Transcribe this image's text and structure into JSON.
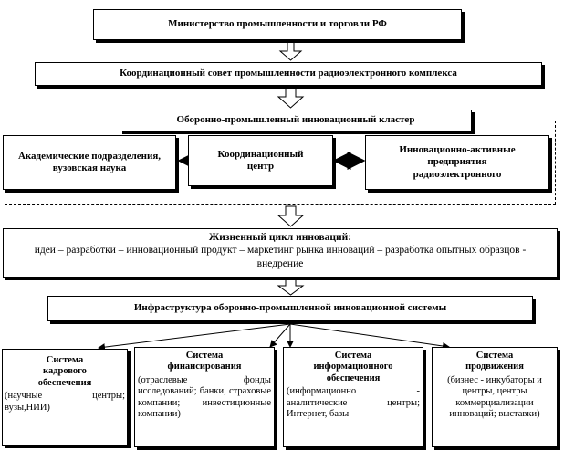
{
  "diagram": {
    "ministry": "Министерство промышленности и торговли РФ",
    "coord_council": "Координационный совет промышленности радиоэлектронного комплекса",
    "cluster": "Оборонно-промышленный инновационный кластер",
    "academic": "Академические подразделения, вузовская наука",
    "coord_center": "Координационный центр",
    "enterprises": "Инновационно-активные предприятия радиоэлектронного",
    "lifecycle_title": "Жизненный цикл инноваций:",
    "lifecycle_text": "идеи – разработки – инновационный продукт – маркетинг рынка инноваций – разработка опытных образцов - внедрение",
    "infrastructure": "Инфраструктура оборонно-промышленной инновационной системы",
    "systems": [
      {
        "title": "Система кадрового обеспечения",
        "desc": "(научные центры; вузы,НИИ)"
      },
      {
        "title": "Система финансирования",
        "desc": "(отраслевые фонды исследований; банки, страховые компании; инвестиционные компании)"
      },
      {
        "title": "Система информационного обеспечения",
        "desc": "(информационно - аналитические центры; Интернет, базы"
      },
      {
        "title": "Система продвижения",
        "desc": "(бизнес - инкубаторы и центры, центры коммерциализации инноваций; выставки)"
      }
    ]
  }
}
